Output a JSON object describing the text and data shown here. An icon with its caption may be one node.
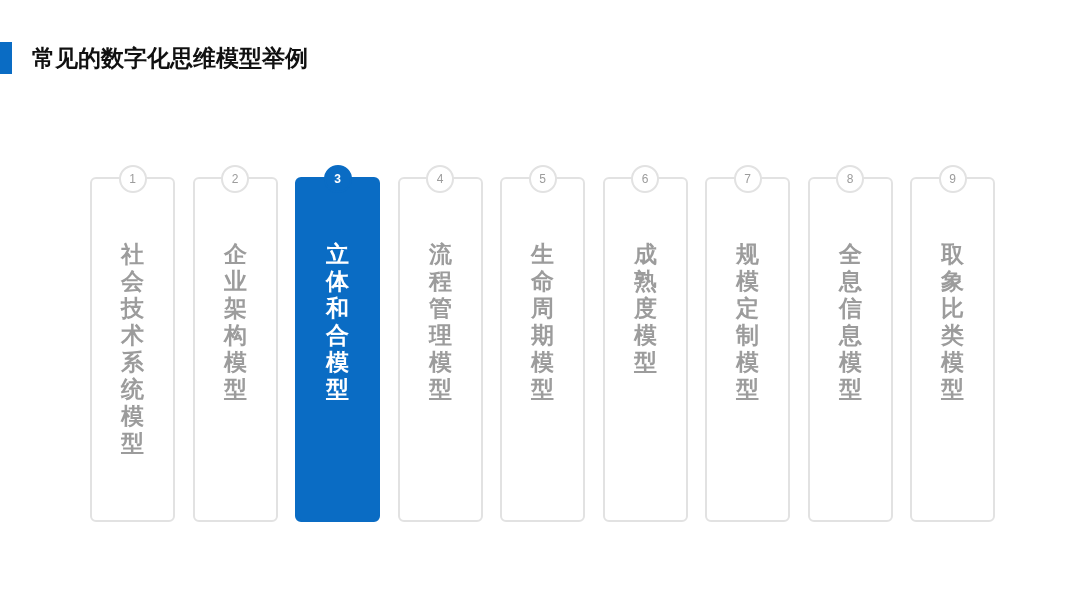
{
  "diagram": {
    "title": "常见的数字化思维模型举例",
    "nodes": [
      {
        "text": [
          "1",
          "社会技术系统模型"
        ]
      },
      {
        "text": [
          "2",
          "企业架构模型"
        ]
      },
      {
        "text": [
          "3",
          "立体和合模型"
        ]
      },
      {
        "text": [
          "4",
          "流程管理模型"
        ]
      },
      {
        "text": [
          "5",
          "生命周期模型"
        ]
      },
      {
        "text": [
          "6",
          "成熟度模型"
        ]
      },
      {
        "text": [
          "7",
          "规模定制模型"
        ]
      },
      {
        "text": [
          "8",
          "全息信息模型"
        ]
      },
      {
        "text": [
          "9",
          "取象比类模型"
        ]
      }
    ],
    "edges": []
  }
}
